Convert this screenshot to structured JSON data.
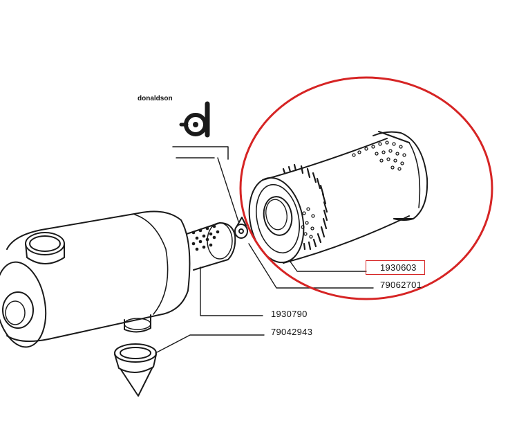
{
  "brand": {
    "name": "donaldson"
  },
  "part_numbers": [
    {
      "id": "filter-element",
      "number": "1930603",
      "highlighted": true
    },
    {
      "id": "wing-nut",
      "number": "79062701",
      "highlighted": false
    },
    {
      "id": "filter-housing",
      "number": "1930790",
      "highlighted": false
    },
    {
      "id": "dust-valve",
      "number": "79042943",
      "highlighted": false
    }
  ],
  "colors": {
    "highlight": "#d62424",
    "line": "#1a1a1a"
  }
}
